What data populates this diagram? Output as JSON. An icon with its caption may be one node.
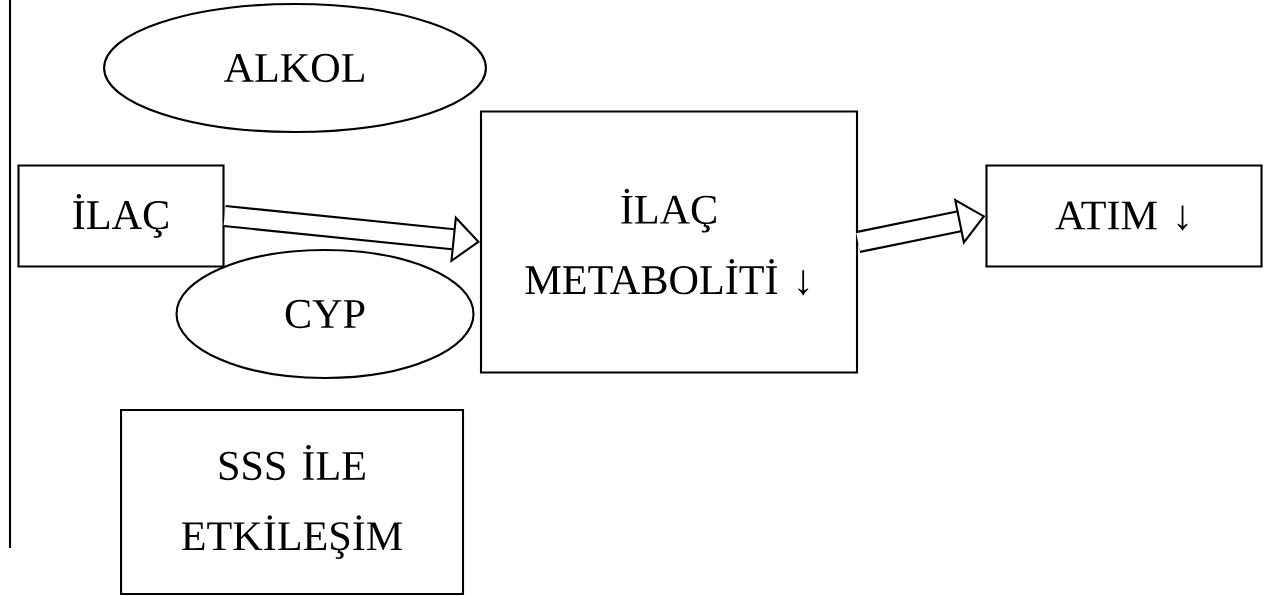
{
  "diagram": {
    "nodes": [
      {
        "text": [
          "ALKOL"
        ]
      },
      {
        "text": [
          "İLAÇ"
        ]
      },
      {
        "text": [
          "CYP"
        ]
      },
      {
        "text": [
          "İLAÇ METABOLİTİ ↓"
        ]
      },
      {
        "text": [
          "ATIM ↓"
        ]
      },
      {
        "text": [
          "SSS İLE ETKİLEŞİM"
        ]
      }
    ],
    "edges": [
      {
        "from": 1,
        "to": 3,
        "arrow": "to"
      },
      {
        "from": 3,
        "to": 4,
        "arrow": "to"
      }
    ]
  }
}
